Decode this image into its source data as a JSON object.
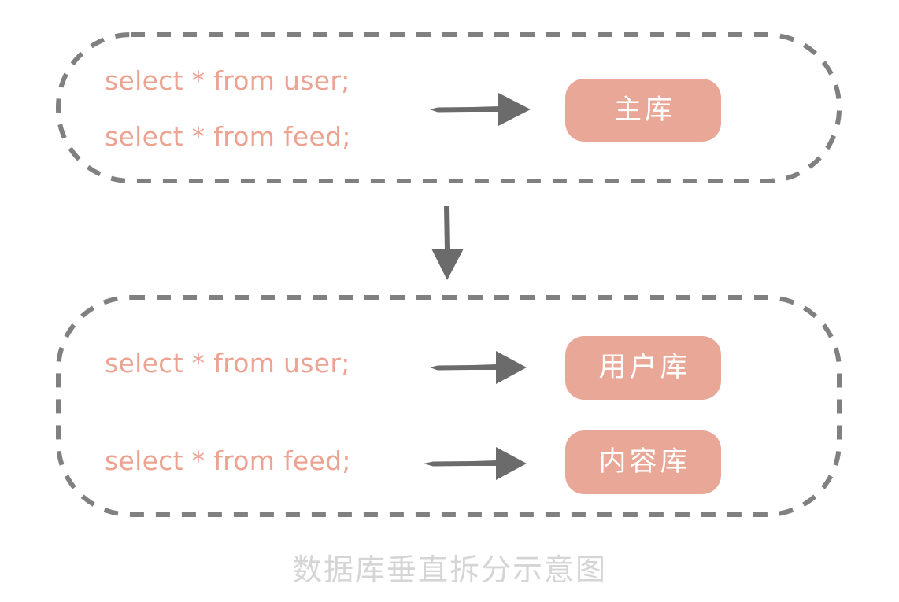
{
  "diagram": {
    "caption": "数据库垂直拆分示意图",
    "colors": {
      "sql_text": "#eda391",
      "db_box_fill": "#e9a897",
      "db_box_label": "#ffffff",
      "dashed_border": "#808080",
      "arrow": "#6b6b6b",
      "caption": "#d5d5d5",
      "background": "#ffffff"
    },
    "groups": [
      {
        "id": "before",
        "statements": [
          "select * from user;",
          "select * from feed;"
        ],
        "databases": [
          {
            "label": "主库"
          }
        ],
        "arrows": [
          {
            "direction": "right"
          }
        ]
      },
      {
        "id": "after",
        "statements": [
          "select * from user;",
          "select * from feed;"
        ],
        "databases": [
          {
            "label": "用户库"
          },
          {
            "label": "内容库"
          }
        ],
        "arrows": [
          {
            "direction": "right"
          },
          {
            "direction": "right"
          }
        ]
      }
    ],
    "transition_arrow": {
      "direction": "down"
    }
  }
}
